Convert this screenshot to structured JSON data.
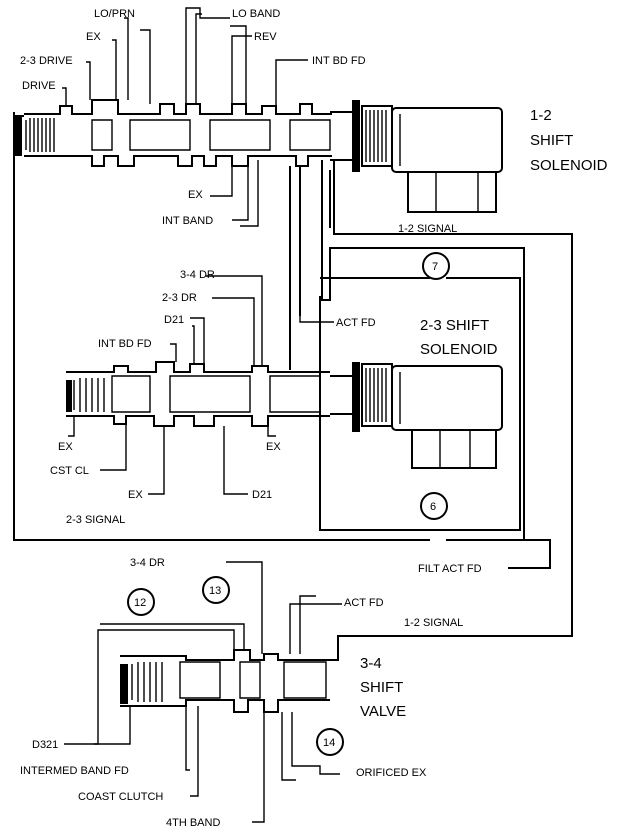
{
  "diagram": {
    "valve1": {
      "labels": {
        "lo_prn": "LO/PRN",
        "lo_band": "LO BAND",
        "ex_top": "EX",
        "rev": "REV",
        "drive_23": "2-3 DRIVE",
        "int_bd_fd": "INT BD FD",
        "drive": "DRIVE",
        "ex_bottom": "EX",
        "int_band": "INT BAND",
        "signal": "1-2 SIGNAL"
      },
      "solenoid": [
        "1-2",
        "SHIFT",
        "SOLENOID"
      ]
    },
    "valve2": {
      "labels": {
        "dr_34": "3-4 DR",
        "dr_23": "2-3 DR",
        "d21_top": "D21",
        "int_bd_fd": "INT BD FD",
        "act_fd": "ACT FD",
        "ex_left": "EX",
        "ex_right": "EX",
        "cst_cl": "CST CL",
        "ex_bottom": "EX",
        "d21_bottom": "D21",
        "signal": "2-3 SIGNAL"
      },
      "solenoid": [
        "2-3 SHIFT",
        "SOLENOID"
      ],
      "circle_top": "7",
      "circle_bottom": "6"
    },
    "filt_act_fd": "FILT ACT FD",
    "valve3": {
      "labels": {
        "dr_34": "3-4 DR",
        "act_fd": "ACT FD",
        "signal": "1-2 SIGNAL",
        "d321": "D321",
        "intermed_band_fd": "INTERMED BAND FD",
        "coast_clutch": "COAST CLUTCH",
        "band_4th": "4TH BAND",
        "orificed_ex": "ORIFICED EX"
      },
      "title": [
        "3-4",
        "SHIFT",
        "VALVE"
      ],
      "circles": [
        "12",
        "13",
        "14"
      ]
    }
  }
}
